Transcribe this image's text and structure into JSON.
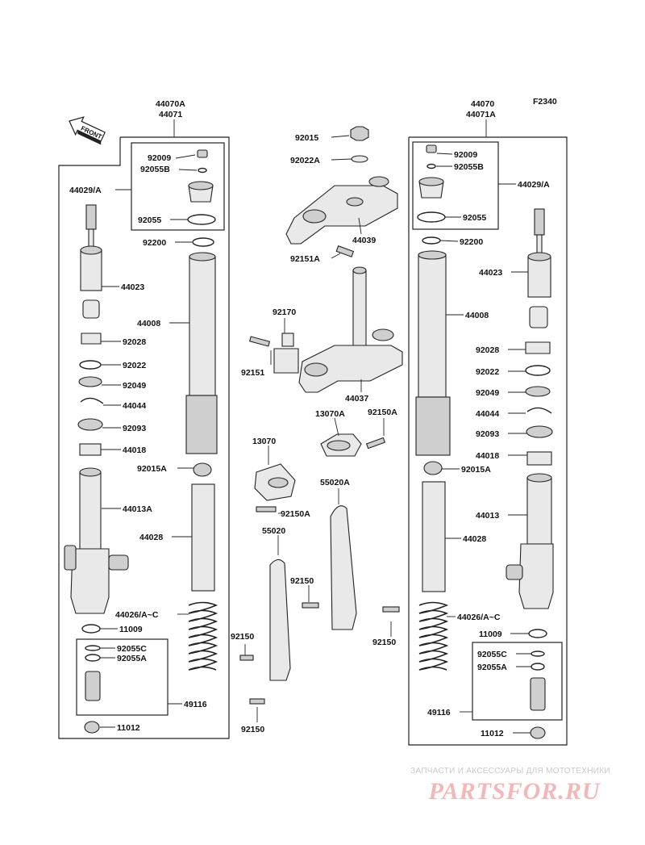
{
  "figure_code": "F2340",
  "front_arrow_label": "FRONT",
  "left_fork": {
    "header_line1": "44070A",
    "header_line2": "44071",
    "labels": [
      "92009",
      "92055B",
      "44029/A",
      "92055",
      "92200",
      "44023",
      "44008",
      "92028",
      "92022",
      "92049",
      "44044",
      "92093",
      "44018",
      "92015A",
      "44013A",
      "44028",
      "44026/A~C",
      "11009",
      "92055C",
      "92055A",
      "49116",
      "11012"
    ]
  },
  "right_fork": {
    "header_line1": "44070",
    "header_line2": "44071A",
    "labels": [
      "92009",
      "92055B",
      "44029/A",
      "92055",
      "92200",
      "44023",
      "44008",
      "92028",
      "92022",
      "92049",
      "44044",
      "92093",
      "44018",
      "92015A",
      "44013",
      "44028",
      "44026/A~C",
      "11009",
      "92055C",
      "92055A",
      "49116",
      "11012"
    ]
  },
  "center": {
    "labels": [
      "92015",
      "92022A",
      "44039",
      "92151A",
      "92170",
      "92151",
      "44037",
      "13070A",
      "92150A",
      "13070",
      "92150A",
      "55020A",
      "55020",
      "92150",
      "92150",
      "92150",
      "92150"
    ]
  },
  "watermark": {
    "tagline": "ЗАПЧАСТИ И АКСЕССУАРЫ ДЛЯ МОТОТЕХНИКИ",
    "logo": "PARTSFOR.RU"
  }
}
